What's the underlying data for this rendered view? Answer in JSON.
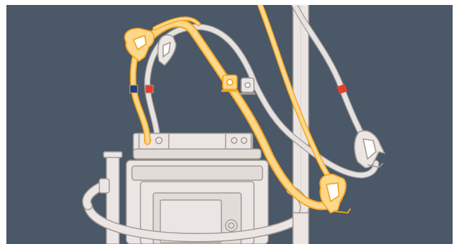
{
  "colors": {
    "background": "#4a5868",
    "page": "#ffffff",
    "device_fill": "#ebe6e4",
    "device_stroke": "#a39a96",
    "tube_highlight": "#f5a623",
    "tube_highlight_fill": "#fbd88a",
    "tube_gray": "#e6e2e0",
    "marker_blue": "#1b3f8c",
    "marker_red": "#e2402c"
  },
  "diagram": {
    "description_items": [
      "iv-pole",
      "machine-body",
      "pole-clamp",
      "front-panel",
      "highlighted-tubing-set",
      "gray-tubing-set",
      "tube-clamps",
      "connector-ports",
      "color-markers"
    ],
    "markers": [
      {
        "name": "blue-marker",
        "color": "marker_blue"
      },
      {
        "name": "red-marker-left",
        "color": "marker_red"
      },
      {
        "name": "red-marker-right",
        "color": "marker_red"
      }
    ],
    "icons": {
      "clamp": "tube-clamp-icon",
      "connector": "connector-port-icon"
    }
  }
}
